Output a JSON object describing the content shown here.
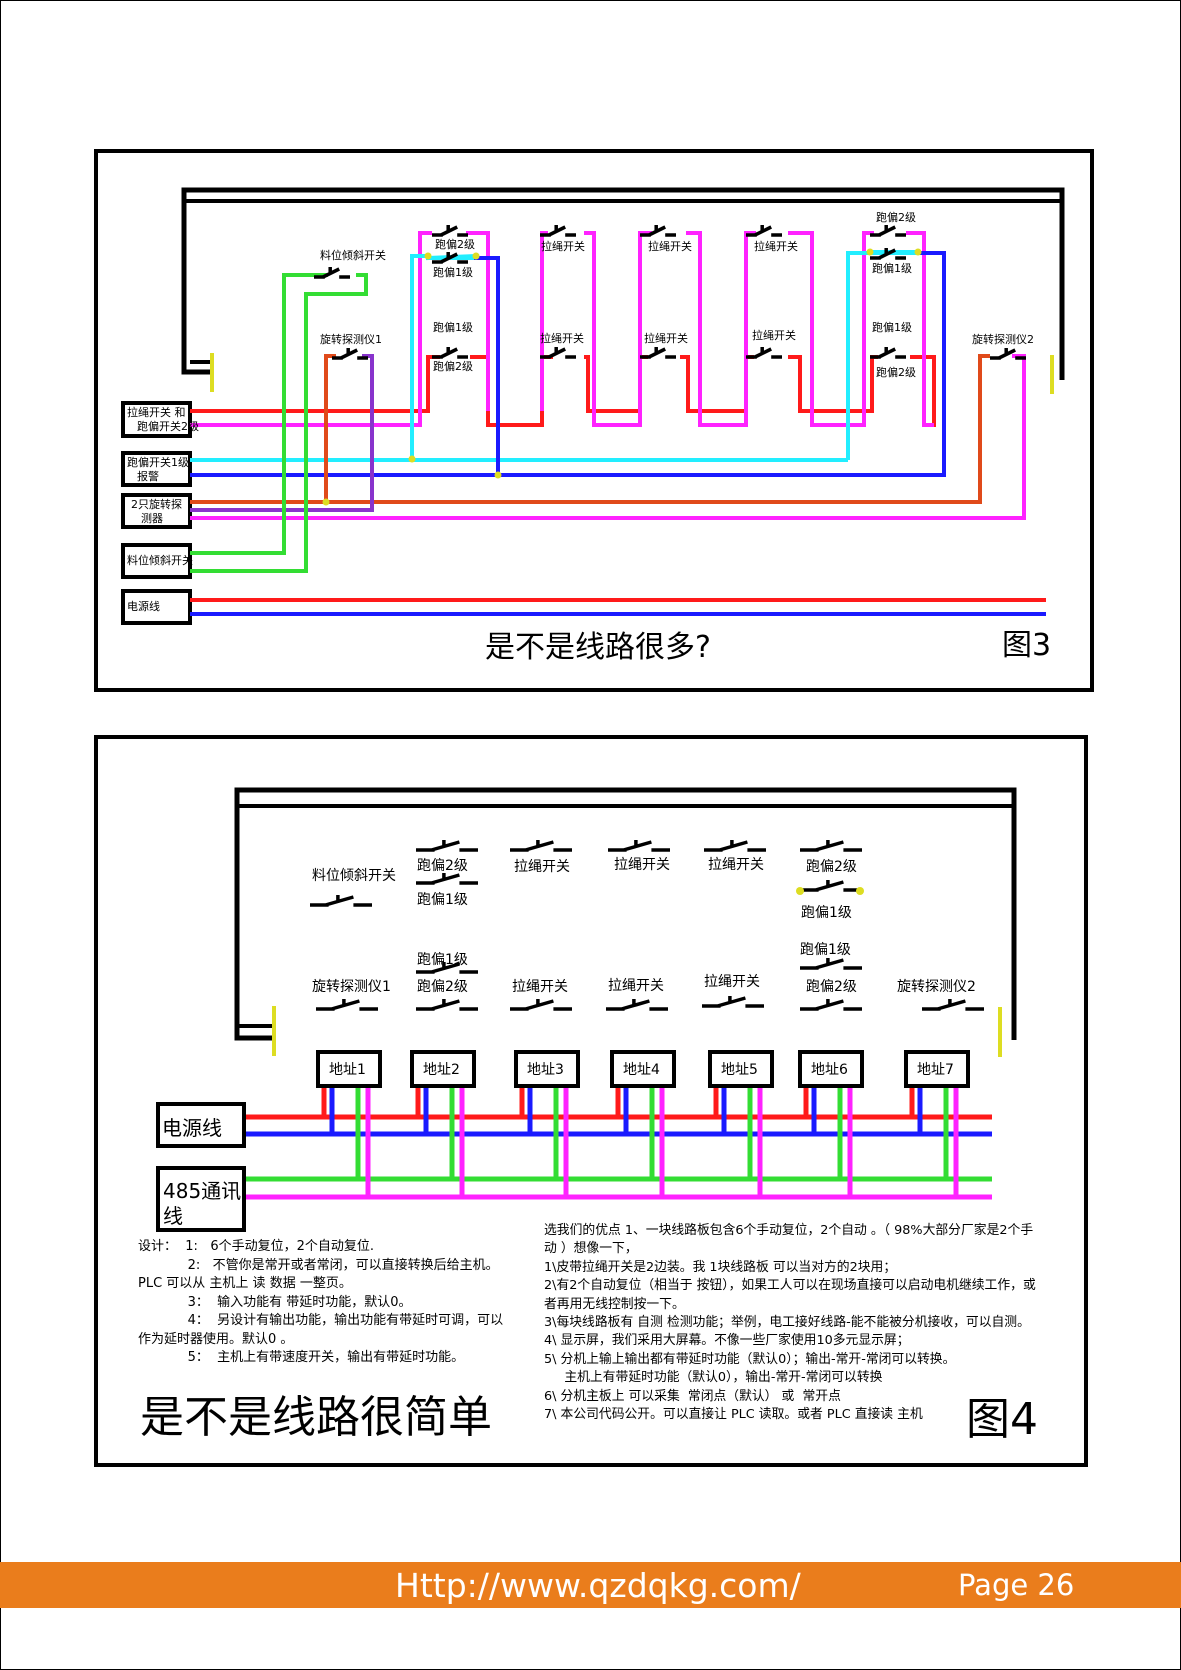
{
  "fig3": {
    "caption": "是不是线路很多?",
    "figure_label": "图3",
    "left_boxes": [
      "拉绳开关 和\n跑偏开关2级",
      "跑偏开关1级\n报警",
      "2只旋转探\n测器",
      "料位倾斜开关",
      "电源线"
    ],
    "labels": {
      "tilt_switch": "料位倾斜开关",
      "rot1": "旋转探测仪1",
      "rot2": "旋转探测仪2",
      "dev2": "跑偏2级",
      "dev1": "跑偏1级",
      "rope": "拉绳开关"
    }
  },
  "fig4": {
    "caption": "是不是线路很简单",
    "figure_label": "图4",
    "power_label": "电源线",
    "comm_label": "485通讯\n线",
    "addresses": [
      "地址1",
      "地址2",
      "地址3",
      "地址4",
      "地址5",
      "地址6",
      "地址7"
    ],
    "labels": {
      "tilt_switch": "料位倾斜开关",
      "rot1": "旋转探测仪1",
      "rot2": "旋转探测仪2",
      "dev2": "跑偏2级",
      "dev1": "跑偏1级",
      "rope": "拉绳开关"
    },
    "notes_left": "设计：  1:   6个手动复位，2个自动复位.\n            2:   不管你是常开或者常闭，可以直接转换后给主机。\nPLC 可以从 主机上 读 数据 一整页。\n            3：  输入功能有 带延时功能，默认0。\n            4：  另设计有输出功能，输出功能有带延时可调，可以\n作为延时器使用。默认0 。\n            5：  主机上有带速度开关，输出有带延时功能。",
    "notes_right": "选我们的优点 1、一块线路板包含6个手动复位，2个自动 。（ 98%大部分厂家是2个手\n动 ）想像一下，\n1\\皮带拉绳开关是2边装。我 1块线路板 可以当对方的2块用；\n2\\有2个自动复位（相当于 按钮），如果工人可以在现场直接可以启动电机继续工作，或\n者再用无线控制按一下。\n3\\每块线路板有 自测 检测功能；举例，电工接好线路-能不能被分机接收，可以自测。\n4\\ 显示屏，我们采用大屏幕。不像一些厂家使用10多元显示屏；\n5\\ 分机上输上输出都有带延时功能（默认0）；输出-常开-常闭可以转换。\n     主机上有带延时功能（默认0），输出-常开-常闭可以转换\n6\\ 分机主板上 可以采集  常闭点（默认） 或  常开点\n7\\ 本公司代码公开。可以直接让 PLC 读取。或者 PLC 直接读 主机"
  },
  "footer": {
    "url": "Http://www.qzdqkg.com/",
    "page": "Page 26"
  },
  "colors": {
    "red": "#ff1a1a",
    "blue": "#1a1aff",
    "magenta": "#ff22ff",
    "green": "#33dd33",
    "cyan": "#22eeff",
    "orange_red": "#e04a1a",
    "purple": "#8833cc",
    "yellow": "#dddd22",
    "footer": "#ea7d1c"
  }
}
